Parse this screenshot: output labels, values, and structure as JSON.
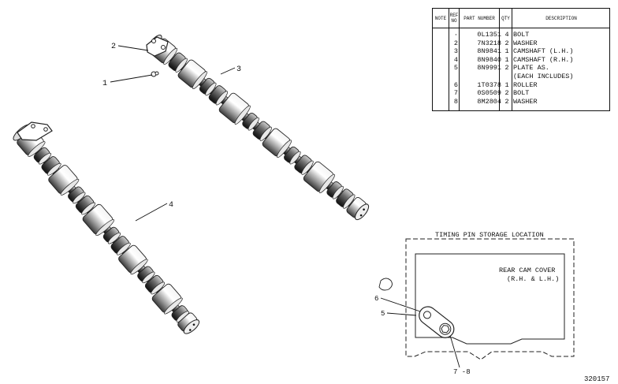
{
  "callouts": {
    "c1": "1",
    "c2": "2",
    "c3": "3",
    "c4": "4",
    "c5": "5",
    "c6": "6",
    "c78": "7 -8"
  },
  "table": {
    "headers": {
      "note": "NOTE",
      "ref": "REF NO",
      "part": "PART NUMBER",
      "qty": "QTY",
      "desc": "DESCRIPTION"
    },
    "rows": [
      {
        "ref": "·",
        "part": "0L1351",
        "qty": "4",
        "desc": "BOLT"
      },
      {
        "ref": "2",
        "part": "7N3218",
        "qty": "2",
        "desc": "WASHER"
      },
      {
        "ref": "3",
        "part": "8N9841",
        "qty": "1",
        "desc": "CAMSHAFT  (L.H.)"
      },
      {
        "ref": "4",
        "part": "8N9840",
        "qty": "1",
        "desc": "CAMSHAFT  (R.H.)"
      },
      {
        "ref": "5",
        "part": "8N9991",
        "qty": "2",
        "desc": "PLATE  AS."
      },
      {
        "ref": "",
        "part": "",
        "qty": "",
        "desc": "(EACH INCLUDES)"
      },
      {
        "ref": "6",
        "part": "1T0378",
        "qty": "1",
        "desc": "ROLLER"
      },
      {
        "ref": "7",
        "part": "0S0509",
        "qty": "2",
        "desc": "BOLT"
      },
      {
        "ref": "8",
        "part": "8M2804",
        "qty": "2",
        "desc": "WASHER"
      }
    ]
  },
  "inset": {
    "title": "TIMING PIN STORAGE LOCATION",
    "cover_line1": "REAR CAM COVER",
    "cover_line2": "(R.H. & L.H.)"
  },
  "drawing_number": "320157"
}
